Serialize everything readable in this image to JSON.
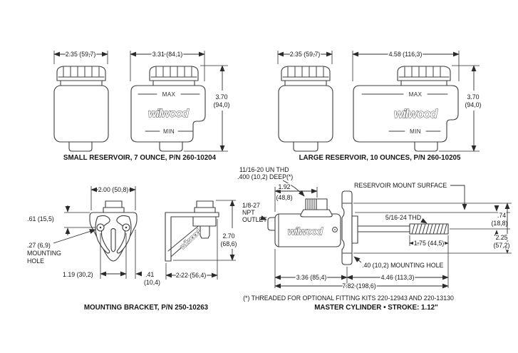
{
  "drawing": {
    "small_reservoir": {
      "caption": "SMALL RESERVOIR, 7 OUNCE, P/N 260-10204",
      "front_width": "2.35 (59,7)",
      "side_width": "3.31 (84,1)",
      "height_in": "3.70",
      "height_mm": "(94,0)",
      "max_label": "MAX",
      "min_label": "MIN",
      "logo": "wilwood"
    },
    "large_reservoir": {
      "caption": "LARGE RESERVOIR, 10 OUNCES, P/N 260-10205",
      "front_width": "2.35 (59,7)",
      "side_width": "4.58 (116,3)",
      "height_in": "3.70",
      "height_mm": "(94,0)",
      "max_label": "MAX",
      "min_label": "MIN",
      "logo": "wilwood"
    },
    "mounting_bracket": {
      "caption": "MOUNTING BRACKET, P/N 250-10263",
      "top_width": "2.00 (50,8)",
      "hole_offset": ".61 (15,5)",
      "hole_note1": ".27 (6,9)",
      "hole_note2": "MOUNTING",
      "hole_note3": "HOLE",
      "hole_spacing": "1.19 (30,2)",
      "edge_offset_in": ".41",
      "edge_offset_mm": "(10,4)",
      "depth": "2.22 (56,4)",
      "height_in": "2.70",
      "height_mm": "(68,6)",
      "logo": "wilwood"
    },
    "master_cylinder": {
      "footnote": "(*) THREADED FOR OPTIONAL FITTING KITS 220-12943 AND 220-13130",
      "caption": "MASTER CYLINDER • STROKE: 1.12\"",
      "thread_note1": "11/16-20 UN THD",
      "thread_note2": ".400 (10,2) DEEP(*)",
      "boss_offset_in": "1.92",
      "boss_offset_mm": "(48,8)",
      "outlet1": "1/8-27",
      "outlet2": "NPT",
      "outlet3": "OUTLET",
      "mount_surface": "RESERVOIR MOUNT SURFACE",
      "rod_thread": "5/16-24 THD",
      "surface_to_rod_in": ".74",
      "surface_to_rod_mm": "(18,8)",
      "bolt_spacing_in": "2.25",
      "bolt_spacing_mm": "(57,2)",
      "thread_length": "1.75 (44,5)",
      "mounting_hole": ".40 (10,2) MOUNTING HOLE",
      "body_length": "3.36 (85,4)",
      "rod_length": "4.46 (113,3)",
      "total_length": "7.82 (198,6)",
      "logo": "wilwood"
    }
  }
}
